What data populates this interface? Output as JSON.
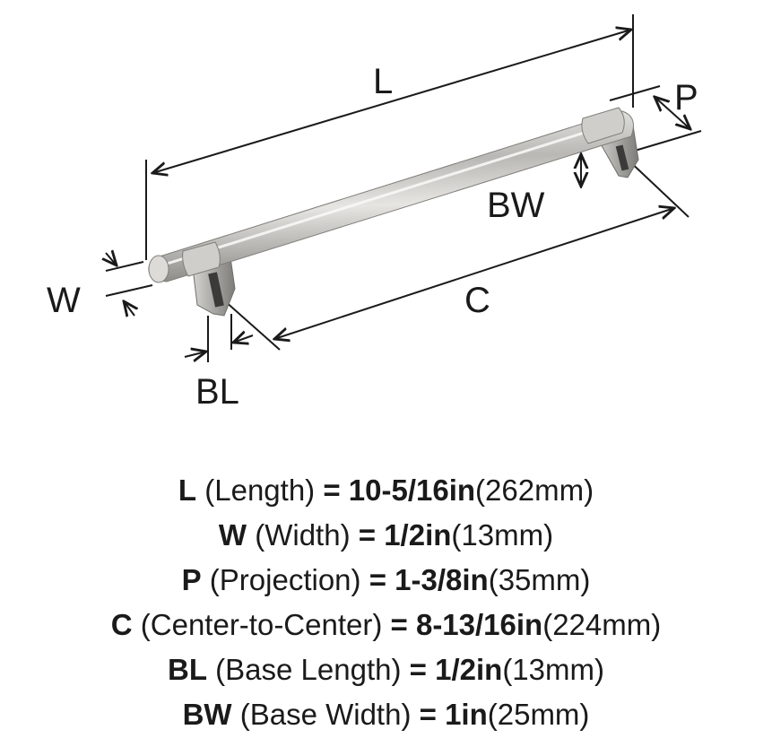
{
  "diagram": {
    "labels": {
      "length": "L",
      "projection": "P",
      "base_width": "BW",
      "width": "W",
      "center": "C",
      "base_length": "BL"
    }
  },
  "specs": [
    {
      "code": "L",
      "name": "(Length)",
      "eq": "=",
      "imperial": "10-5/16in",
      "metric": "(262mm)"
    },
    {
      "code": "W",
      "name": "(Width)",
      "eq": "=",
      "imperial": "1/2in",
      "metric": "(13mm)"
    },
    {
      "code": "P",
      "name": "(Projection)",
      "eq": "=",
      "imperial": "1-3/8in",
      "metric": "(35mm)"
    },
    {
      "code": "C",
      "name": "(Center-to-Center)",
      "eq": "=",
      "imperial": "8-13/16in",
      "metric": "(224mm)"
    },
    {
      "code": "BL",
      "name": "(Base Length)",
      "eq": "=",
      "imperial": "1/2in",
      "metric": "(13mm)"
    },
    {
      "code": "BW",
      "name": "(Base Width)",
      "eq": "=",
      "imperial": "1in",
      "metric": "(25mm)"
    }
  ]
}
